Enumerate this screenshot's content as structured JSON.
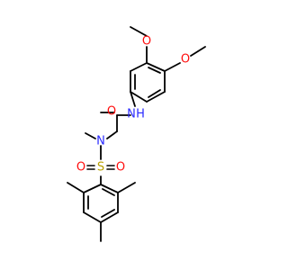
{
  "colors": {
    "bond": "#000000",
    "oxygen": "#ff0d0d",
    "nitrogen": "#2a2aff",
    "sulfur": "#b8a000",
    "background": "#ffffff"
  },
  "atoms": {
    "o_methoxy_top": "O",
    "o_methoxy_right": "O",
    "o_carbonyl": "O",
    "n_amide": "N",
    "h_amide": "H",
    "n_sulfonamide": "N",
    "s_sulfonyl": "S",
    "o_sulfonyl_left": "O",
    "o_sulfonyl_right": "O"
  }
}
